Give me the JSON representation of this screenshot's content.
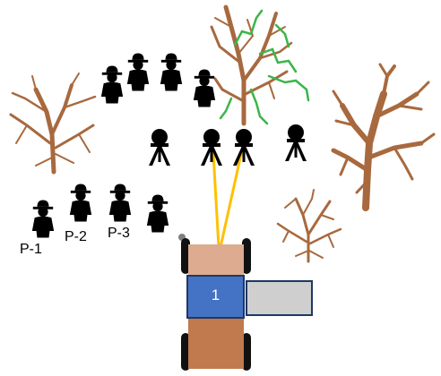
{
  "people_labels": [
    "P-1",
    "P-2",
    "P-3"
  ],
  "robot": {
    "box_label": "1",
    "box_color": "#4472c4",
    "box_border": "#1f3864",
    "chassis_color": "#c07a4e",
    "top_color": "#dcab90",
    "arm_color": "#cfcfcf",
    "wheel_color": "#111111"
  },
  "beam_color": "#ffc000",
  "tree_color": "#a8693e",
  "foliage_color": "#3bb54a",
  "icons": {
    "person": "person-silhouette-icon",
    "tripod": "tripod-camera-icon",
    "tree": "bare-tree-icon"
  }
}
